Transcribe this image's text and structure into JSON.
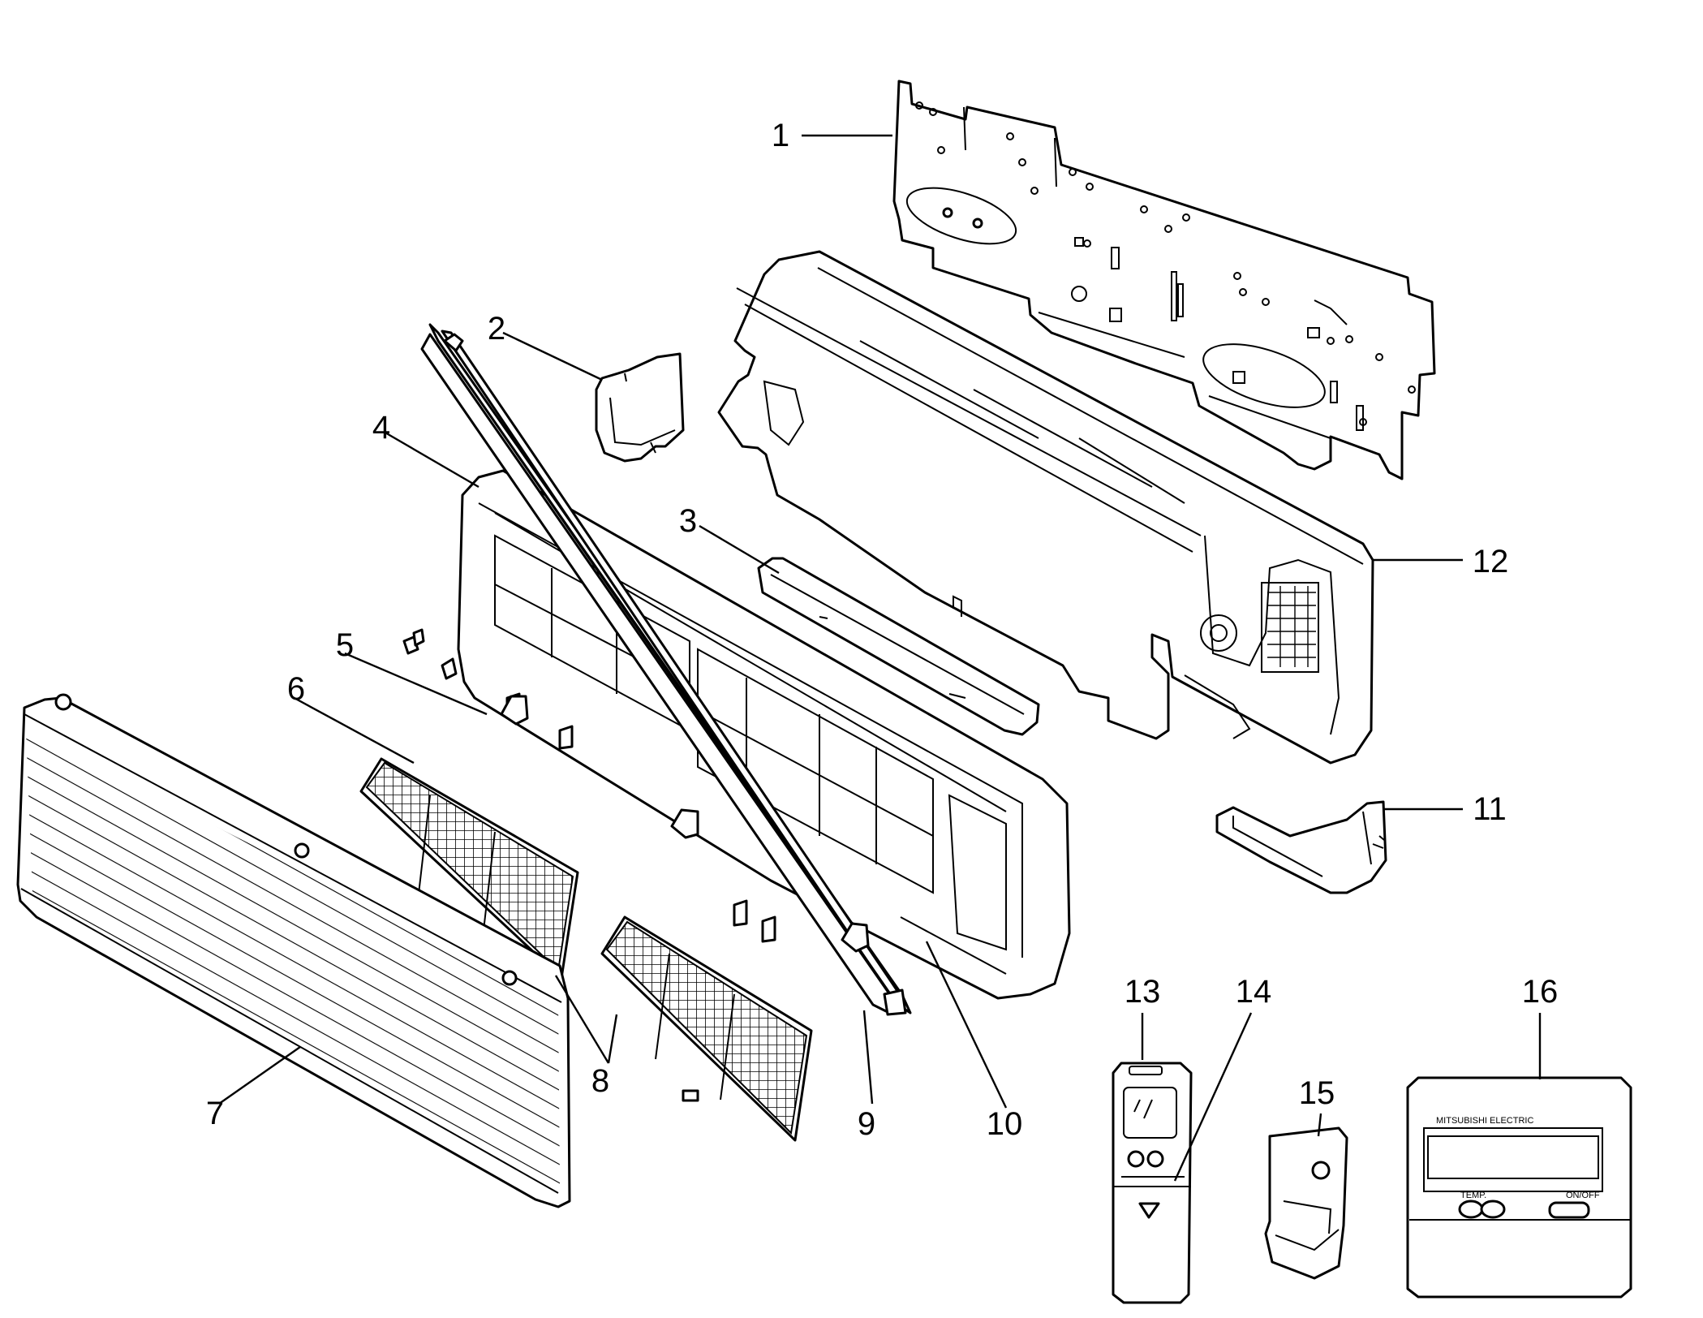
{
  "callouts": [
    {
      "id": "1",
      "label": "1"
    },
    {
      "id": "2",
      "label": "2"
    },
    {
      "id": "3",
      "label": "3"
    },
    {
      "id": "4",
      "label": "4"
    },
    {
      "id": "5",
      "label": "5"
    },
    {
      "id": "6",
      "label": "6"
    },
    {
      "id": "7",
      "label": "7"
    },
    {
      "id": "8",
      "label": "8"
    },
    {
      "id": "9",
      "label": "9"
    },
    {
      "id": "10",
      "label": "10"
    },
    {
      "id": "11",
      "label": "11"
    },
    {
      "id": "12",
      "label": "12"
    },
    {
      "id": "13",
      "label": "13"
    },
    {
      "id": "14",
      "label": "14"
    },
    {
      "id": "15",
      "label": "15"
    },
    {
      "id": "16",
      "label": "16"
    }
  ],
  "controller": {
    "brand": "MITSUBISHI ELECTRIC",
    "temp_label": "TEMP.",
    "onoff_label": "ON/OFF"
  },
  "colors": {
    "line": "#000000",
    "background": "#ffffff"
  }
}
